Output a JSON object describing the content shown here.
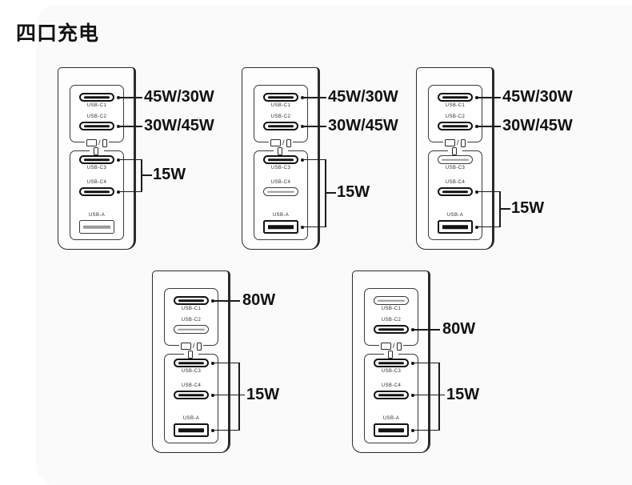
{
  "page": {
    "title": "四口充电",
    "background": "#ffffff",
    "card_background": "#fafafa",
    "accent": "#111111"
  },
  "port_labels": {
    "c1": "USB-C1",
    "c2": "USB-C2",
    "c3": "USB-C3",
    "c4": "USB-C4",
    "a": "USB-A"
  },
  "icons": {
    "laptop": "laptop-icon",
    "slash": "/",
    "phone": "phone-icon"
  },
  "diagrams": [
    {
      "id": "config-1",
      "name": "four-port-config-1",
      "active_ports": [
        "c1",
        "c2",
        "c3",
        "c4"
      ],
      "callouts": [
        {
          "label": "45W/30W",
          "ports": [
            "c1"
          ]
        },
        {
          "label": "30W/45W",
          "ports": [
            "c2"
          ]
        },
        {
          "label": "15W",
          "ports": [
            "c3",
            "c4"
          ]
        }
      ]
    },
    {
      "id": "config-2",
      "name": "four-port-config-2",
      "active_ports": [
        "c1",
        "c2",
        "c3",
        "a"
      ],
      "callouts": [
        {
          "label": "45W/30W",
          "ports": [
            "c1"
          ]
        },
        {
          "label": "30W/45W",
          "ports": [
            "c2"
          ]
        },
        {
          "label": "15W",
          "ports": [
            "c3",
            "a"
          ]
        }
      ]
    },
    {
      "id": "config-3",
      "name": "four-port-config-3",
      "active_ports": [
        "c1",
        "c2",
        "c4",
        "a"
      ],
      "callouts": [
        {
          "label": "45W/30W",
          "ports": [
            "c1"
          ]
        },
        {
          "label": "30W/45W",
          "ports": [
            "c2"
          ]
        },
        {
          "label": "15W",
          "ports": [
            "c4",
            "a"
          ]
        }
      ]
    },
    {
      "id": "config-4",
      "name": "four-port-config-4",
      "active_ports": [
        "c1",
        "c3",
        "c4",
        "a"
      ],
      "callouts": [
        {
          "label": "80W",
          "ports": [
            "c1"
          ]
        },
        {
          "label": "15W",
          "ports": [
            "c3",
            "c4",
            "a"
          ]
        }
      ]
    },
    {
      "id": "config-5",
      "name": "four-port-config-5",
      "active_ports": [
        "c2",
        "c3",
        "c4",
        "a"
      ],
      "callouts": [
        {
          "label": "80W",
          "ports": [
            "c2"
          ]
        },
        {
          "label": "15W",
          "ports": [
            "c3",
            "c4",
            "a"
          ]
        }
      ]
    }
  ],
  "wattages": {
    "d1_c1": "45W/30W",
    "d1_c2": "30W/45W",
    "d1_15w": "15W",
    "d2_c1": "45W/30W",
    "d2_c2": "30W/45W",
    "d2_15w": "15W",
    "d3_c1": "45W/30W",
    "d3_c2": "30W/45W",
    "d3_15w": "15W",
    "d4_80w": "80W",
    "d4_15w": "15W",
    "d5_80w": "80W",
    "d5_15w": "15W"
  }
}
